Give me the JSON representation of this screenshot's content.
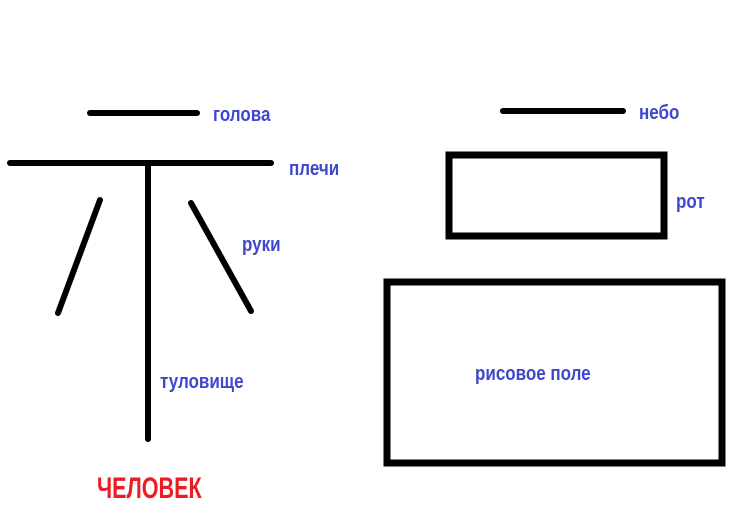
{
  "labels": {
    "head": "голова",
    "shoulders": "плечи",
    "arms": "руки",
    "torso": "туловище",
    "person": "ЧЕЛОВЕК",
    "sky": "небо",
    "mouth": "рот",
    "rice_field": "рисовое поле"
  },
  "colors": {
    "label": "#3f48cc",
    "title": "#ed1c24",
    "stroke": "#000000"
  }
}
